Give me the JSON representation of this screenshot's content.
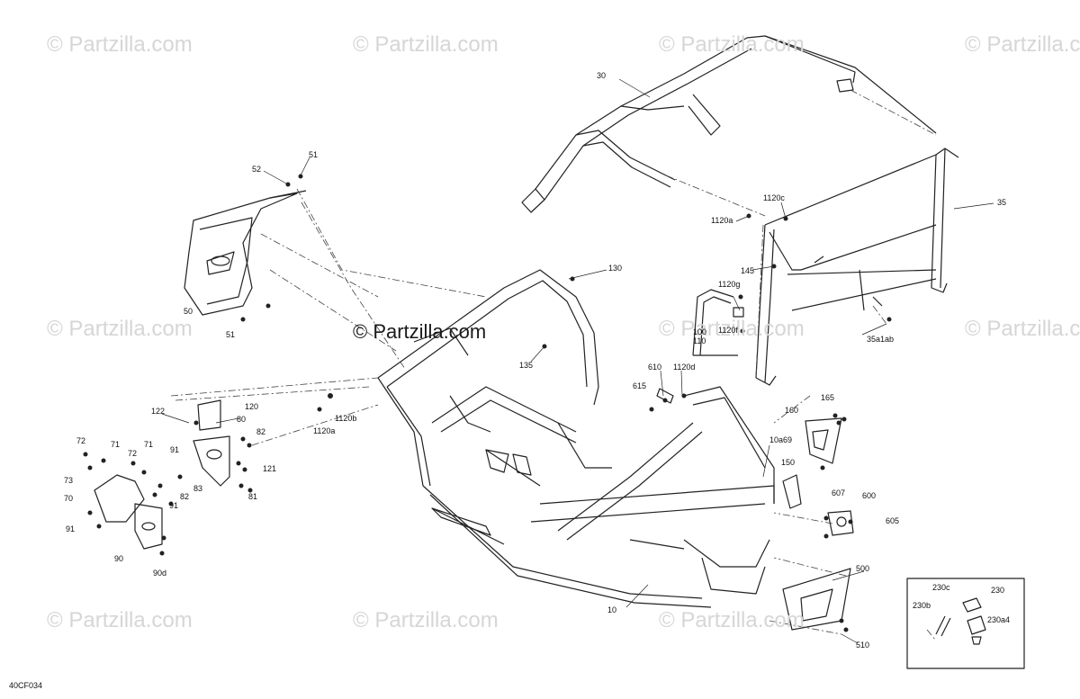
{
  "watermark_text": "© Partzilla.com",
  "center_watermark": "© Partzilla.com",
  "diagram_code": "40CF034",
  "callouts": {
    "c30": "30",
    "c35": "35",
    "c1120c": "1120c",
    "c1120a_top": "1120a",
    "c145": "145",
    "c1120g": "1120g",
    "c100": "100",
    "c110": "110",
    "c1120f": "1120f",
    "c35a1ab": "35a1ab",
    "c51_top": "51",
    "c52": "52",
    "c50": "50",
    "c51_bottom": "51",
    "c130": "130",
    "c135": "135",
    "c610": "610",
    "c1120d": "1120d",
    "c615": "615",
    "c1120b": "1120b",
    "c1120a_mid": "1120a",
    "c120": "120",
    "c122": "122",
    "c80": "80",
    "c82_top": "82",
    "c121": "121",
    "c81": "81",
    "c82_mid": "82",
    "c83": "83",
    "c91_a": "91",
    "c91_b": "91",
    "c91_c": "91",
    "c72_a": "72",
    "c71_a": "71",
    "c72_b": "72",
    "c71_b": "71",
    "c73": "73",
    "c70": "70",
    "c90": "90",
    "c90d": "90d",
    "c160": "160",
    "c165": "165",
    "c10a69": "10a69",
    "c150": "150",
    "c607": "607",
    "c600": "600",
    "c605": "605",
    "c500": "500",
    "c510": "510",
    "c10": "10",
    "c230c": "230c",
    "c230": "230",
    "c230b": "230b",
    "c230a4": "230a4"
  }
}
